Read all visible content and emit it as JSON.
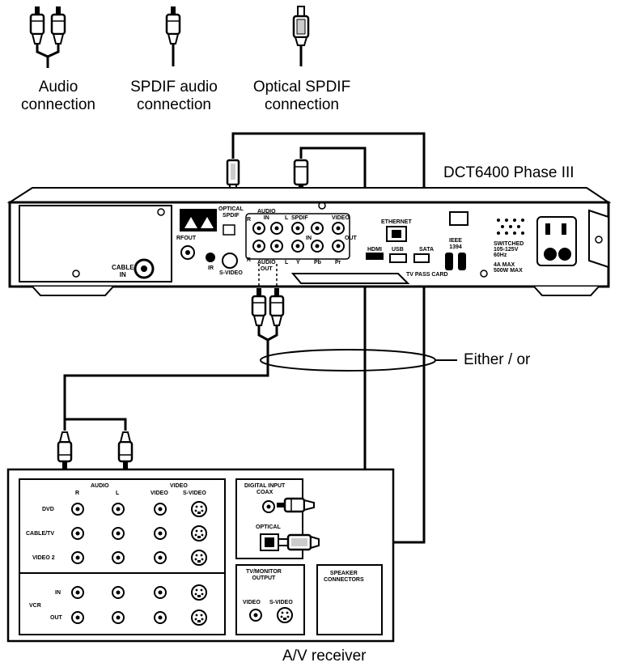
{
  "legend": {
    "audio": "Audio\nconnection",
    "spdif": "SPDIF audio\nconnection",
    "optical": "Optical SPDIF\nconnection"
  },
  "device_title": "DCT6400 Phase III",
  "either_or": "Either / or",
  "receiver_title": "A/V receiver",
  "stb_labels": {
    "optical_spdif": "OPTICAL\nSPDIF",
    "audio_in": "AUDIO\nIN",
    "r_top": "R",
    "l_top": "L",
    "spdif": "SPDIF",
    "video": "VIDEO",
    "in": "IN",
    "out": "OUT",
    "audio_out": "AUDIO\nOUT",
    "r_bottom": "R",
    "l_bottom": "L",
    "y": "Y",
    "pb": "Pb",
    "pr": "Pr",
    "rfout": "RFOUT",
    "ir": "IR",
    "svideo": "S-VIDEO",
    "cable_in": "CABLE\nIN",
    "ethernet": "ETHERNET",
    "usb": "USB",
    "hdmi": "HDMI",
    "sata": "SATA",
    "ieee": "IEEE\n1394",
    "tv_pass_card": "TV PASS CARD",
    "switched": "SWITCHED\n105-125V\n60Hz",
    "max": "4A MAX\n500W MAX"
  },
  "receiver_labels": {
    "audio": "AUDIO",
    "video": "VIDEO",
    "r": "R",
    "l": "L",
    "video_col": "VIDEO",
    "svideo_col": "S-VIDEO",
    "dvd": "DVD",
    "cable_tv": "CABLE/TV",
    "video2": "VIDEO 2",
    "in": "IN",
    "vcr": "VCR",
    "out": "OUT",
    "digital_input": "DIGITAL INPUT\nCOAX",
    "optical": "OPTICAL",
    "tv_monitor": "TV/MONITOR\nOUTPUT",
    "tv_video": "VIDEO",
    "tv_svideo": "S-VIDEO",
    "speaker": "SPEAKER\nCONNECTORS"
  }
}
